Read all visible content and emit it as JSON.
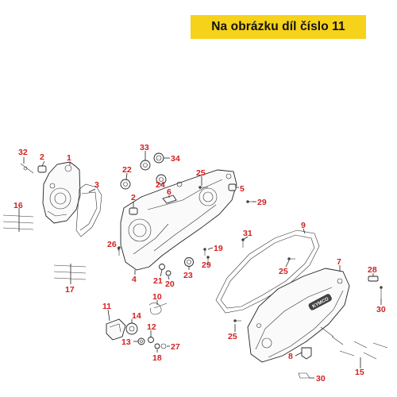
{
  "banner": {
    "text": "Na obrázku díl číslo 11",
    "color": "#f6d21a"
  },
  "diagram": {
    "label_color": "#d21f1f",
    "labels": [
      {
        "id": "32",
        "text": "32"
      },
      {
        "id": "2a",
        "text": "2"
      },
      {
        "id": "1",
        "text": "1"
      },
      {
        "id": "3",
        "text": "3"
      },
      {
        "id": "16",
        "text": "16"
      },
      {
        "id": "17",
        "text": "17"
      },
      {
        "id": "33",
        "text": "33"
      },
      {
        "id": "34",
        "text": "34"
      },
      {
        "id": "22",
        "text": "22"
      },
      {
        "id": "24",
        "text": "24"
      },
      {
        "id": "2b",
        "text": "2"
      },
      {
        "id": "6",
        "text": "6"
      },
      {
        "id": "25a",
        "text": "25"
      },
      {
        "id": "5",
        "text": "5"
      },
      {
        "id": "29a",
        "text": "29"
      },
      {
        "id": "26",
        "text": "26"
      },
      {
        "id": "4",
        "text": "4"
      },
      {
        "id": "21",
        "text": "21"
      },
      {
        "id": "20",
        "text": "20"
      },
      {
        "id": "23",
        "text": "23"
      },
      {
        "id": "19",
        "text": "19"
      },
      {
        "id": "29b",
        "text": "29"
      },
      {
        "id": "31",
        "text": "31"
      },
      {
        "id": "9",
        "text": "9"
      },
      {
        "id": "25b",
        "text": "25"
      },
      {
        "id": "7",
        "text": "7"
      },
      {
        "id": "28",
        "text": "28"
      },
      {
        "id": "30a",
        "text": "30"
      },
      {
        "id": "10",
        "text": "10"
      },
      {
        "id": "11",
        "text": "11"
      },
      {
        "id": "14",
        "text": "14"
      },
      {
        "id": "12",
        "text": "12"
      },
      {
        "id": "13",
        "text": "13"
      },
      {
        "id": "18",
        "text": "18"
      },
      {
        "id": "27",
        "text": "27"
      },
      {
        "id": "25c",
        "text": "25"
      },
      {
        "id": "8",
        "text": "8"
      },
      {
        "id": "15",
        "text": "15"
      },
      {
        "id": "30b",
        "text": "30"
      }
    ],
    "logo_text": "KYMCO"
  }
}
